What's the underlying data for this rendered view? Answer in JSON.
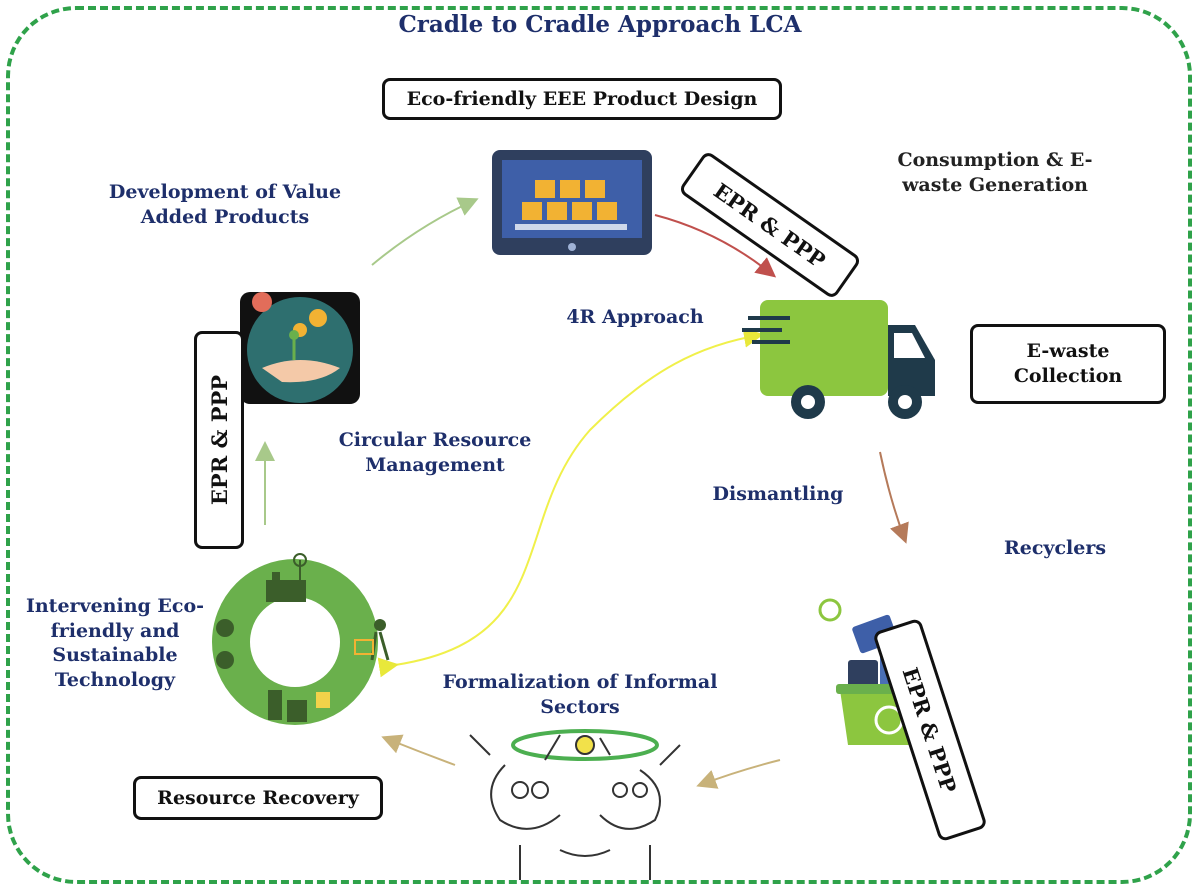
{
  "title": "Cradle to Cradle Approach LCA",
  "boxes": {
    "product_design": "Eco-friendly EEE Product Design",
    "ewaste_collection": "E-waste Collection",
    "resource_recovery": "Resource Recovery"
  },
  "epr_labels": {
    "top_right": "EPR & PPP",
    "left": "EPR & PPP",
    "bottom_right": "EPR & PPP"
  },
  "labels": {
    "consumption": "Consumption & E-waste Generation",
    "value_added": "Development of Value Added Products",
    "four_r": "4R Approach",
    "circular": "Circular Resource Management",
    "dismantling": "Dismantling",
    "recyclers": "Recyclers",
    "intervening": "Intervening Eco-friendly and Sustainable Technology",
    "formalization": "Formalization of Informal Sectors"
  },
  "colors": {
    "frame": "#2fa24a",
    "label_text": "#1e2f6b",
    "arrow_green": "#a8c98a",
    "arrow_red": "#c0504d",
    "arrow_brown": "#b57a5a",
    "arrow_tan": "#c8b27a",
    "arrow_yellow": "#f0f04a",
    "icon_green": "#8cc63f"
  },
  "icons": [
    "tablet-boxes-icon",
    "truck-icon",
    "hand-coins-icon",
    "sustainable-cycle-icon",
    "recycle-bin-icon",
    "collaboration-sketch-icon"
  ]
}
